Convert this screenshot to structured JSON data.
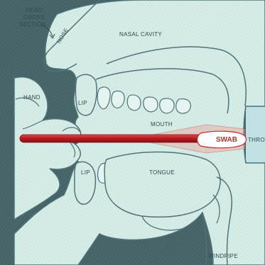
{
  "diagram": {
    "callout": [
      "HEAD",
      "CROSS",
      "SECTION"
    ],
    "labels": {
      "nose": "NOSE",
      "nasal_cavity": "NASAL CAVITY",
      "hand": "HAND",
      "lip_upper": "LIP",
      "lip_lower": "LIP",
      "mouth": "MOUTH",
      "swab": "SWAB",
      "throat": "THRO",
      "tongue": "TONGUE",
      "windpipe": "WINDPIPE"
    },
    "colors": {
      "background": "#3f5d61",
      "tissue": "#d4ebe6",
      "outline": "#4f7478",
      "swab_stick": "#c4272b",
      "throat_band": "#bfe1e4",
      "label": "#2f4a4d",
      "swab_label": "#b8322f"
    }
  }
}
